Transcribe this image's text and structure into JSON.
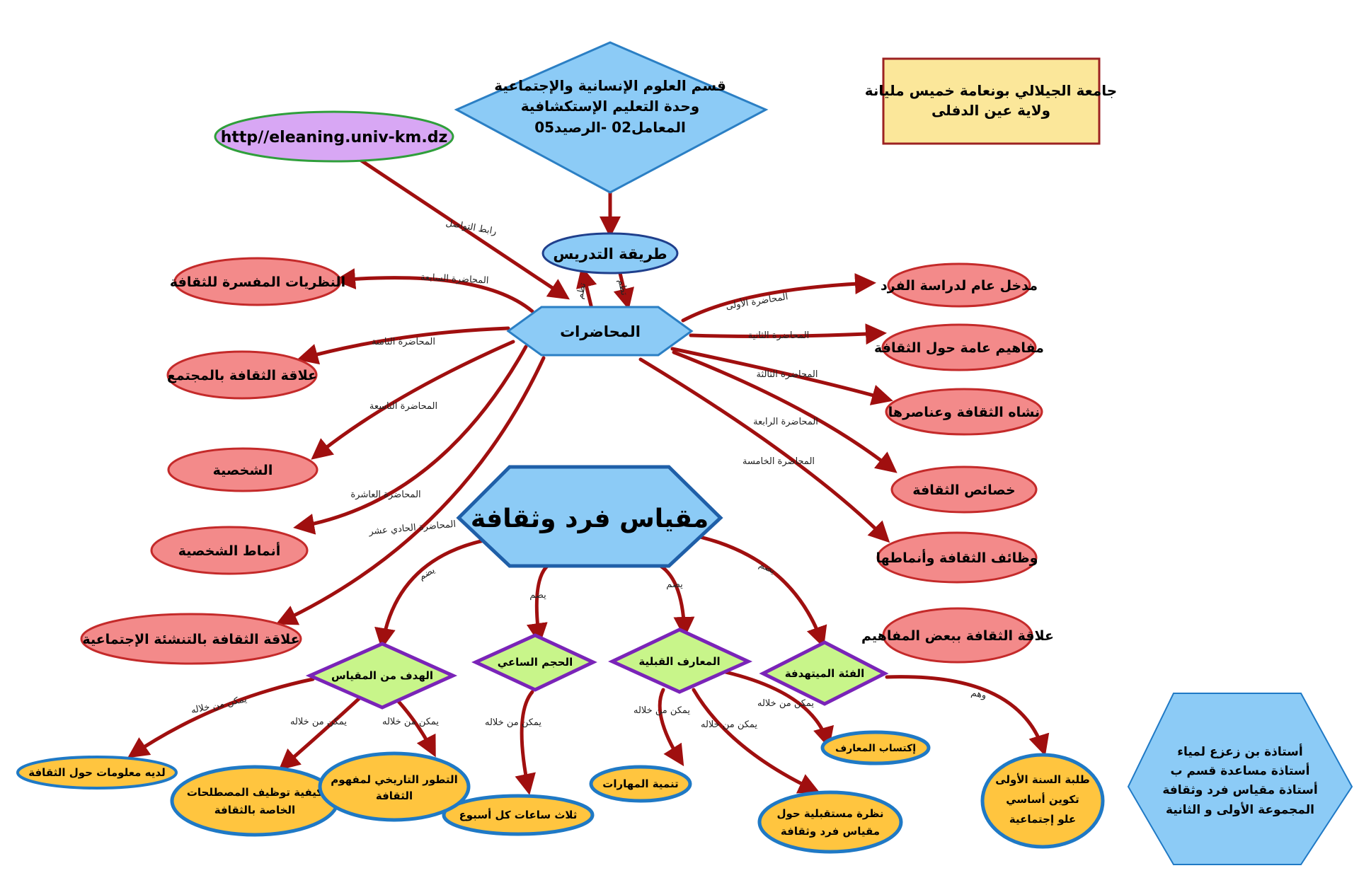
{
  "colors": {
    "arrow": "#a00f0f",
    "blue_fill": "#8ccbf6",
    "blue_stroke": "#2b7fc4",
    "red_fill": "#f38a8a",
    "red_stroke": "#c42a2a",
    "green_fill": "#c8f58a",
    "purple_stroke": "#7a24b8",
    "orange_fill": "#ffc53f",
    "orange_stroke": "#1f79c5",
    "yellow_fill": "#fbe79a",
    "yellow_stroke": "#9c2222",
    "violet_fill": "#d8a7f4",
    "green_stroke": "#2f9f3b"
  },
  "header": {
    "department": {
      "line1": "قسم العلوم الإنسانية والإجتماعية",
      "line2": "وحدة التعليم الإستكشافية",
      "line3": "المعامل02 -الرصيد05"
    },
    "university": {
      "line1": "جامعة الجيلالي بونعامة خميس مليانة",
      "line2": "ولاية عين الدفلى"
    },
    "url": "http//eleaning.univ-km.dz"
  },
  "nodes": {
    "teaching_method": "طريقة التدريس",
    "lectures": "المحاضرات",
    "course": "مقياس فرد وثقافة",
    "lecture_topics": {
      "l1": "مدخل عام لدراسة الفرد",
      "l2": "مفاهيم عامة حول الثقافة",
      "l3": "نشاه الثقافة وعناصرها",
      "l4": "خصائص الثقافة",
      "l5": "وظائف الثقافة وأنماطها",
      "l6": "علاقة الثقافة ببعض المفاهيم",
      "l7": "النظريات المفسرة للثقافة",
      "l8": "علاقة الثقافة بالمجتمع",
      "l9": "الشخصية",
      "l10": "أنماط الشخصية",
      "l11": "علاقة الثقافة بالتنشئة الإجتماعية"
    },
    "components": {
      "objective": "الهدف من المقياس",
      "hours": "الحجم الساعي",
      "prior": "المعارف القبلية",
      "target": "الفئة الميتهدفة"
    },
    "outcomes": {
      "o1": "لديه معلومات حول الثقافة",
      "o2a": "كيفية توظيف المصطلحات",
      "o2b": "الخاصة بالثقافة",
      "o3a": "التطور التاريخي لمفهوم",
      "o3b": "الثقافة",
      "o4": "ثلاث ساعات كل أسبوع",
      "o5": "تنمية المهارات",
      "o6a": "نظرة مستقبلية حول",
      "o6b": "مقياس فرد وثقافة",
      "o7": "إكتساب المعارف",
      "o8a": "طلبة السنة الأولى",
      "o8b": "تكوين أساسي",
      "o8c": "علو إجتماعية"
    },
    "teacher": {
      "line1": "أستاذة بن زعزع لمياء",
      "line2": "أستاذة مساعدة قسم ب",
      "line3": "أستاذة مقياس فرد وثقافة",
      "line4": "المجموعة الأولى و الثانية"
    }
  },
  "edge_labels": {
    "contact_link": "رابط التواصل",
    "organize": "تظم",
    "l1": "المحاضرة الأولى",
    "l2": "المحاضرة الثانية",
    "l3": "المحاضرة الثالثة",
    "l4": "المحاضرة الرابعة",
    "l5": "المحاضرة الخامسة",
    "l7": "المحاضرة السابعة",
    "l8": "المحاضرة الثامنة",
    "l9": "المحاضرة التاسعة",
    "l10": "المحاضرة العاشرة",
    "l11": "المحاضرة الحادي عشر",
    "includes": "يضم",
    "through_it": "يمكن من خلاله",
    "and_they": "وهم"
  }
}
